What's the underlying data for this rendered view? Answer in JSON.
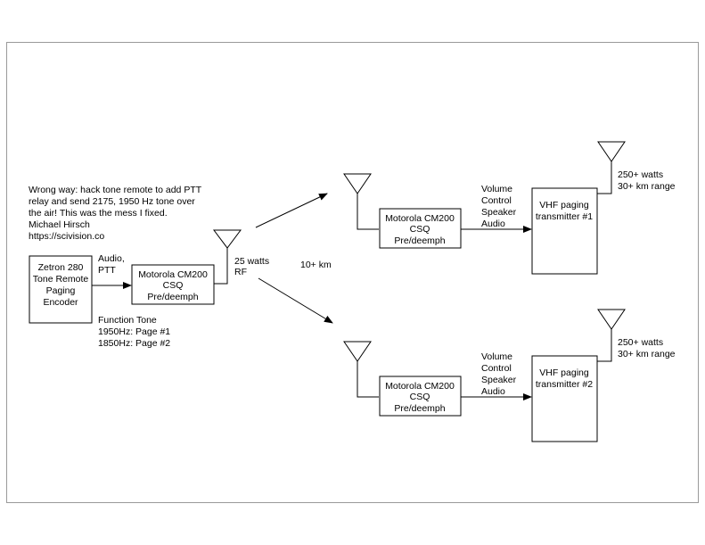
{
  "note": {
    "lines": [
      "Wrong way: hack tone remote to add PTT",
      "relay and send 2175, 1950 Hz tone over",
      "the air! This was the mess I fixed.",
      "Michael Hirsch",
      "https://scivision.co"
    ]
  },
  "encoder": {
    "lines": [
      "Zetron 280",
      "Tone Remote",
      "Paging",
      "Encoder"
    ]
  },
  "encoder_output_label": {
    "lines": [
      "Audio,",
      "PTT"
    ]
  },
  "function_tone": {
    "lines": [
      "Function Tone",
      "1950Hz: Page #1",
      "1850Hz: Page #2"
    ]
  },
  "tx_radio": {
    "lines": [
      "Motorola CM200",
      "CSQ",
      "Pre/deemph"
    ]
  },
  "tx_power": {
    "lines": [
      "25 watts",
      "RF"
    ]
  },
  "link_distance": {
    "text": "10+ km"
  },
  "sites": [
    {
      "radio_lines": [
        "Motorola CM200",
        "CSQ",
        "Pre/deemph"
      ],
      "audio_lines": [
        "Volume",
        "Control",
        "Speaker",
        "Audio"
      ],
      "transmitter_lines": [
        "VHF paging",
        "transmitter #1"
      ],
      "power_lines": [
        "250+ watts",
        "30+ km range"
      ]
    },
    {
      "radio_lines": [
        "Motorola CM200",
        "CSQ",
        "Pre/deemph"
      ],
      "audio_lines": [
        "Volume",
        "Control",
        "Speaker",
        "Audio"
      ],
      "transmitter_lines": [
        "VHF paging",
        "transmitter #2"
      ],
      "power_lines": [
        "250+ watts",
        "30+ km range"
      ]
    }
  ]
}
